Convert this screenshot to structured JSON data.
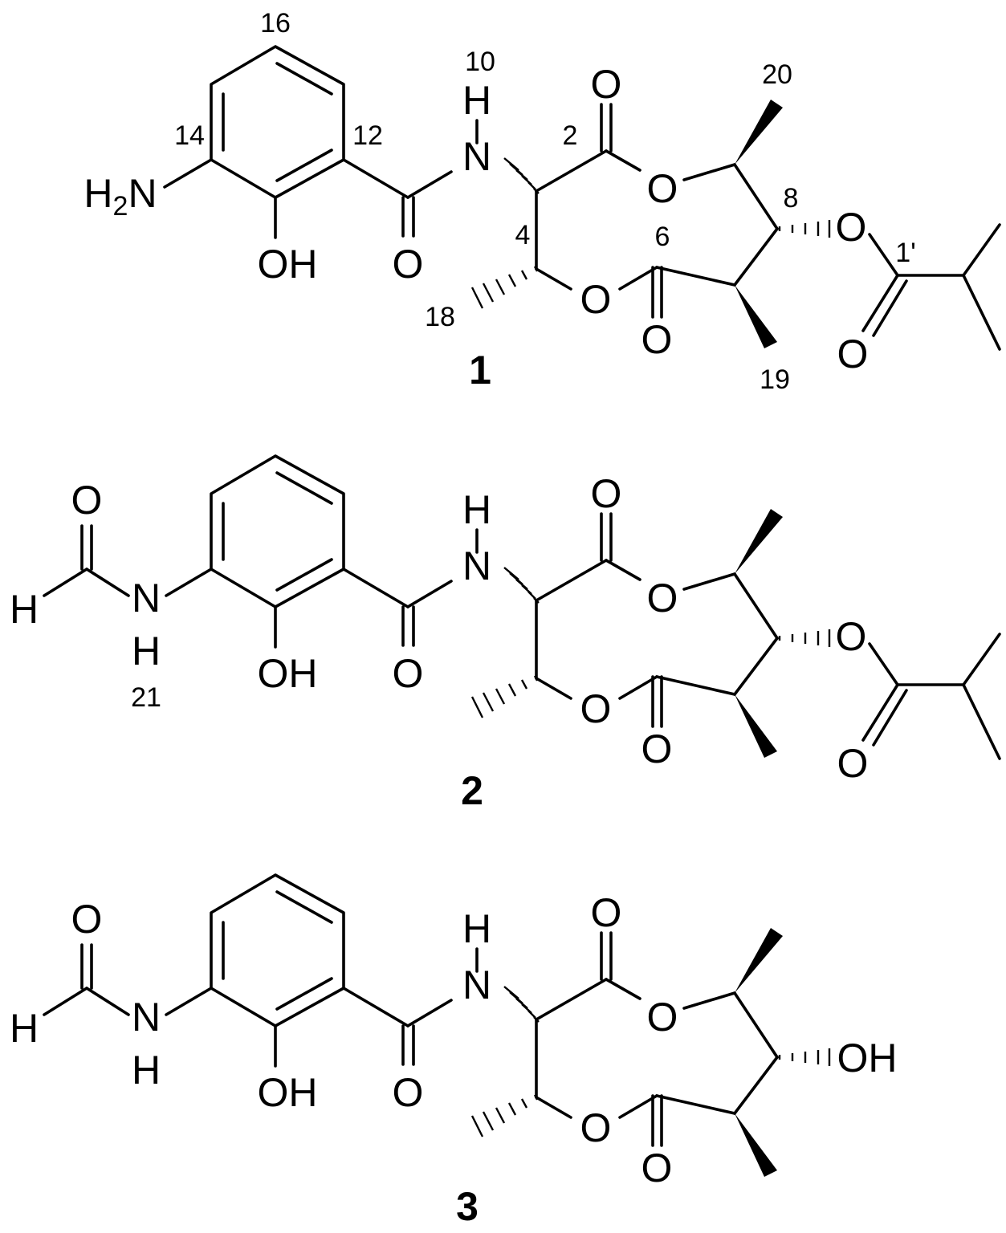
{
  "figure": {
    "background": "#ffffff",
    "ink": "#000000"
  },
  "compound_1": {
    "label": "1",
    "atoms": {
      "N_amine": "H2N",
      "N_amide_H": "H",
      "N_amide": "N",
      "O_hydroxy": "OH",
      "O_amide": "O",
      "O_c2_carbonyl": "O",
      "O_ring_top": "O",
      "O_ring_bottom": "O",
      "O_c6_carbonyl": "O",
      "O_ester": "O",
      "O_ester_carbonyl": "O"
    },
    "numbers": {
      "n16": "16",
      "n14": "14",
      "n12": "12",
      "n10": "10",
      "n2": "2",
      "n20": "20",
      "n8": "8",
      "n4": "4",
      "n6": "6",
      "n1p": "1'",
      "n18": "18",
      "n19": "19"
    }
  },
  "compound_2": {
    "label": "2",
    "atoms": {
      "H_formyl": "H",
      "O_formyl": "O",
      "N_formamide": "N",
      "H_formamide": "H",
      "O_hydroxy": "OH",
      "N_amide_H": "H",
      "N_amide": "N",
      "O_amide": "O",
      "O_c2_carbonyl": "O",
      "O_ring_top": "O",
      "O_ring_bottom": "O",
      "O_c6_carbonyl": "O",
      "O_ester": "O",
      "O_ester_carbonyl": "O"
    },
    "numbers": {
      "n21": "21"
    }
  },
  "compound_3": {
    "label": "3",
    "atoms": {
      "H_formyl": "H",
      "O_formyl": "O",
      "N_formamide": "N",
      "H_formamide": "H",
      "O_hydroxy": "OH",
      "N_amide_H": "H",
      "N_amide": "N",
      "O_amide": "O",
      "O_c2_carbonyl": "O",
      "O_ring_top": "O",
      "O_ring_bottom": "O",
      "O_c6_carbonyl": "O",
      "O_c8_hydroxy": "OH"
    }
  }
}
